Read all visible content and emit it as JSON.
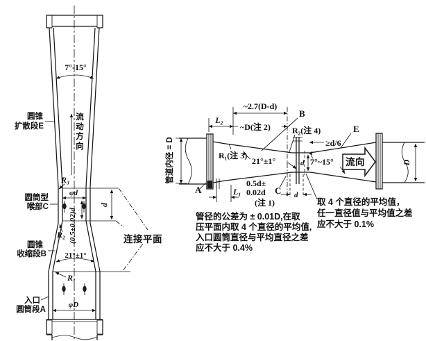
{
  "figure": {
    "left": {
      "angle_diffuser": "7°-15°",
      "section_e": [
        "圆锥",
        "扩散段E"
      ],
      "flow_chars": [
        "流",
        "动",
        "方",
        "向"
      ],
      "r3": "R₃",
      "section_c": [
        "圆筒型",
        "喉部C"
      ],
      "phi_d": "φd",
      "throat_len": "(0.5±0.02)d",
      "r2": "R₂",
      "dim_d": "d",
      "conn_plane": "连接平面",
      "section_b": [
        "圆锥",
        "收缩段B"
      ],
      "angle_conv": "21°±1°",
      "r1": "R₁",
      "phi_D": "φD",
      "section_a": [
        "入口",
        "圆筒段A"
      ]
    },
    "right": {
      "dim_27": "~2.7(D-d)",
      "l2": "L₂",
      "dim_D_note": "~D(注 2)",
      "b": "B",
      "r2_note": "R₂(注 4)",
      "ge_d6": "≥d/6",
      "e": "E",
      "r1_note": "R₁(注 3)",
      "angle21": "21°±1°",
      "d_throat": "d",
      "angle715": "7°~15°",
      "flow": "流向",
      "pipe_id": "管道内径 = D",
      "a": "A",
      "l1": "L₁",
      "tap_pos1": "0.5d±",
      "tap_pos2": "0.02d",
      "c": "C",
      "d_len": "d",
      "note1": "(注 1)",
      "d_right": "D",
      "note_throat": [
        "取 4 个直径的平均值，",
        "任一直径值与平均值之差",
        "应不大于 0.1%"
      ],
      "note_inlet": [
        "管径的公差为 ± 0.01D,在取",
        "压平面内取 4 个直径的平均值,",
        "入口圆筒直径与平均直径之差",
        "应不大于 0.4%"
      ]
    }
  }
}
